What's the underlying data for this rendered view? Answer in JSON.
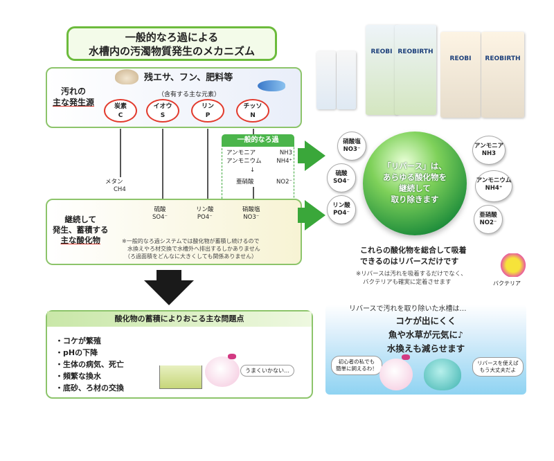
{
  "title": {
    "line1": "一般的なろ過による",
    "line2": "水槽内の汚濁物質発生のメカニズム"
  },
  "source": {
    "label_line1": "汚れの",
    "label_line2": "主な発生源",
    "title": "残エサ、フン、肥料等",
    "subtitle": "（含有する主な元素）",
    "elements": [
      {
        "name": "炭素",
        "symbol": "C"
      },
      {
        "name": "イオウ",
        "symbol": "S"
      },
      {
        "name": "リン",
        "symbol": "P"
      },
      {
        "name": "チッソ",
        "symbol": "N"
      }
    ]
  },
  "flows": {
    "methane": {
      "name": "メタン",
      "formula": "CH4"
    },
    "sulfate": {
      "name": "硫酸",
      "formula": "SO4⁻"
    },
    "phosphate": {
      "name": "リン酸",
      "formula": "PO4⁻"
    },
    "nitrate": {
      "name": "硝酸塩",
      "formula": "NO3⁻"
    }
  },
  "general_filtration": {
    "title": "一般的なろ過",
    "ammonia": {
      "name": "アンモニア",
      "formula": "NH3"
    },
    "ammonium": {
      "name": "アンモニウム",
      "formula": "NH4⁺"
    },
    "arrow": "↓",
    "nitrite": {
      "name": "亜硝酸",
      "formula": "NO2⁻"
    }
  },
  "accumulate": {
    "label_line1": "継続して",
    "label_line2": "発生、蓄積する",
    "label_line3": "主な酸化物",
    "note_line1": "※一般的なろ過システムでは酸化物が蓄積し続けるので",
    "note_line2": "水換えやろ材交換で水槽外へ排出するしかありません",
    "note_line3": "（ろ過面積をどんなに大きくしても関係ありません）"
  },
  "problems": {
    "title": "酸化物の蓄積によりおこる主な問題点",
    "items": [
      "・コケが繁殖",
      "・pHの下降",
      "・生体の病気、死亡",
      "・頻繁な換水",
      "・底砂、ろ材の交換"
    ],
    "speech": "うまくいかない…"
  },
  "products": {
    "brand1": "REOBI",
    "brand2": "REOBIRTH"
  },
  "sphere": {
    "line1": "「リバース」は、",
    "line2": "あらゆる酸化物を",
    "line3": "継続して",
    "line4": "取り除きます"
  },
  "bubbles": [
    {
      "name": "硝酸塩",
      "formula": "NO3⁻"
    },
    {
      "name": "硫酸",
      "formula": "SO4⁻"
    },
    {
      "name": "リン酸",
      "formula": "PO4⁻"
    },
    {
      "name": "アンモニア",
      "formula": "NH3"
    },
    {
      "name": "アンモニウム",
      "formula": "NH4⁺"
    },
    {
      "name": "亜硝酸",
      "formula": "NO2⁻"
    }
  ],
  "summary": {
    "line1": "これらの酸化物を総合して吸着",
    "line2": "できるのはリバースだけです",
    "note1": "※リバースは汚れを吸着するだけでなく、",
    "note2": "バクテリアも確実に定着させます",
    "bacteria": "バクテリア"
  },
  "result": {
    "intro": "リバースで汚れを取り除いた水槽は…",
    "line1": "コケが出にくく",
    "line2": "魚や水草が元気に♪",
    "line3": "水換えも減らせます",
    "speech_left1": "初心者の私でも",
    "speech_left2": "簡単に飼えるわ！",
    "speech_right1": "リバースを使えば",
    "speech_right2": "もう大丈夫だよ"
  },
  "colors": {
    "accent_green": "#3aa73a",
    "frame_green": "#8cc46a",
    "element_red": "#e23b2e"
  }
}
